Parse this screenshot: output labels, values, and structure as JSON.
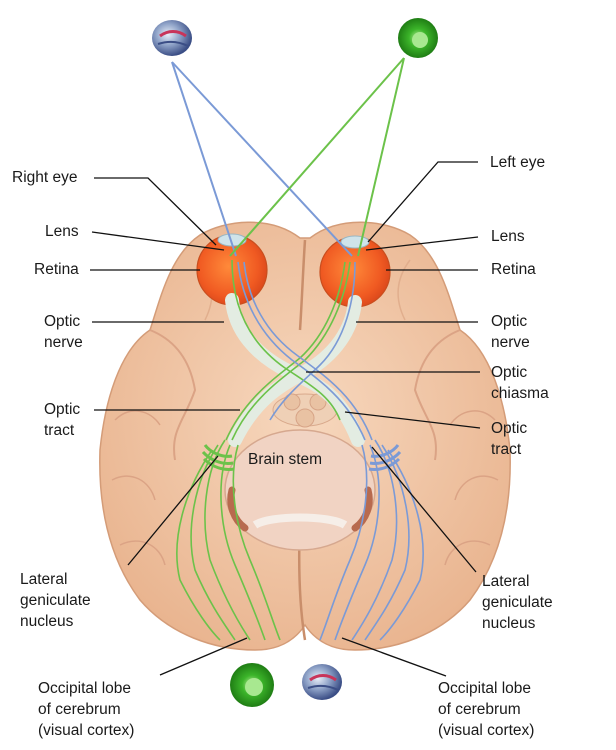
{
  "labels": {
    "right_eye": "Right eye",
    "left_eye": "Left eye",
    "lens_left": "Lens",
    "lens_right": "Lens",
    "retina_left": "Retina",
    "retina_right": "Retina",
    "optic_nerve_left": [
      "Optic",
      "nerve"
    ],
    "optic_nerve_right": [
      "Optic",
      "nerve"
    ],
    "optic_chiasma": [
      "Optic",
      "chiasma"
    ],
    "optic_tract_left": [
      "Optic",
      "tract"
    ],
    "optic_tract_right": [
      "Optic",
      "tract"
    ],
    "brain_stem": "Brain stem",
    "lgn_left": [
      "Lateral",
      "geniculate",
      "nucleus"
    ],
    "lgn_right": [
      "Lateral",
      "geniculate",
      "nucleus"
    ],
    "occipital_left": [
      "Occipital lobe",
      "of cerebrum",
      "(visual cortex)"
    ],
    "occipital_right": [
      "Occipital lobe",
      "of cerebrum",
      "(visual cortex)"
    ]
  },
  "colors": {
    "brain": "#f2c8a6",
    "brain_dark": "#e0a886",
    "cerebellum": "#f3cfb5",
    "brainstem": "#f1d6c4",
    "eyeball": "#f4672a",
    "green_path": "#6cc24a",
    "blue_path": "#7b9ad6",
    "leader": "#111111"
  },
  "icons": [
    "blue-object-icon",
    "green-object-icon"
  ]
}
